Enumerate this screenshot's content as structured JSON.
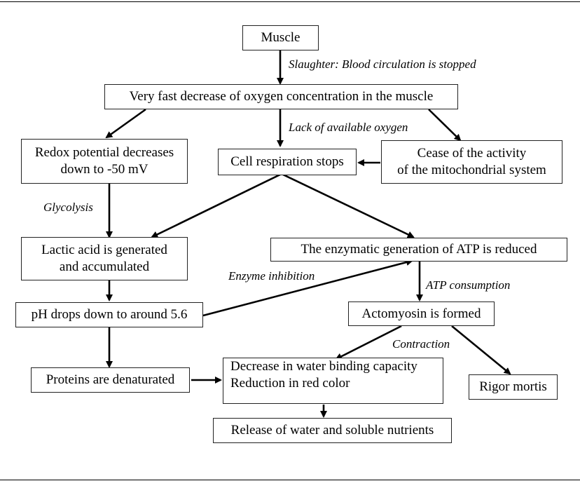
{
  "nodes": {
    "muscle": "Muscle",
    "oxygen_decrease": "Very fast decrease of oxygen concentration in the muscle",
    "redox": [
      "Redox potential decreases",
      "down to -50 mV"
    ],
    "cell_respiration": "Cell respiration stops",
    "mitochondrial": [
      "Cease of the activity",
      "of the mitochondrial system"
    ],
    "lactic_acid": [
      "Lactic acid is generated",
      "and accumulated"
    ],
    "atp_reduced": "The enzymatic generation of ATP is reduced",
    "ph_drops": "pH drops down to around 5.6",
    "actomyosin": "Actomyosin is formed",
    "proteins": "Proteins are denaturated",
    "water_binding": [
      "Decrease in water binding capacity",
      "Reduction in red color"
    ],
    "rigor": "Rigor mortis",
    "release": "Release of water and soluble nutrients"
  },
  "edge_labels": {
    "slaughter": "Slaughter: Blood circulation is stopped",
    "lack_oxygen": "Lack of available oxygen",
    "glycolysis": "Glycolysis",
    "enzyme_inhibition": "Enzyme inhibition",
    "atp_consumption": "ATP consumption",
    "contraction": "Contraction"
  }
}
